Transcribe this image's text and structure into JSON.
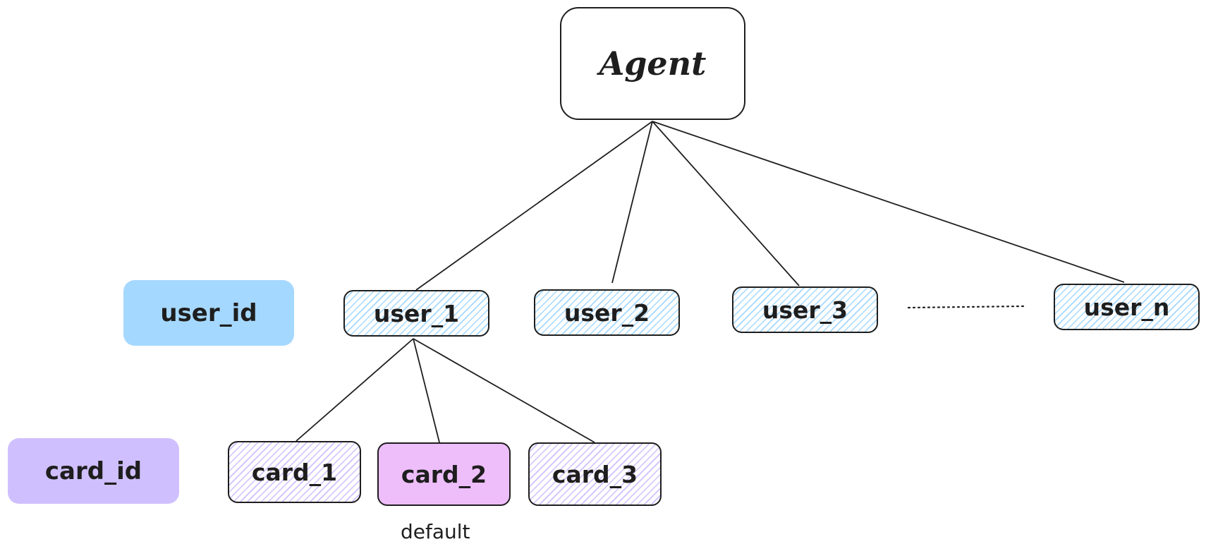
{
  "colors": {
    "stroke": "#1e1e1e",
    "user_fill": "#a5d8ff",
    "card_fill": "#d0bfff",
    "default_card_fill": "#eebefa"
  },
  "legend": {
    "user_label": "user_id",
    "card_label": "card_id"
  },
  "root": {
    "label": "Agent"
  },
  "users": [
    {
      "label": "user_1"
    },
    {
      "label": "user_2"
    },
    {
      "label": "user_3"
    },
    {
      "label": "user_n"
    }
  ],
  "cards": [
    {
      "label": "card_1"
    },
    {
      "label": "card_2"
    },
    {
      "label": "card_3"
    }
  ],
  "default_caption": "default"
}
